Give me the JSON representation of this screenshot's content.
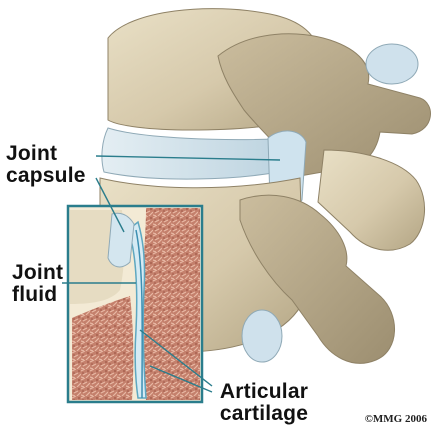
{
  "labels": {
    "joint_capsule": [
      "Joint",
      "capsule"
    ],
    "joint_fluid": [
      "Joint",
      "fluid"
    ],
    "articular_cartilage": [
      "Articular",
      "cartilage"
    ]
  },
  "copyright": "©MMG 2006",
  "colors": {
    "bone": "#d8ccb0",
    "bone_shadow": "#a6987a",
    "capsule": "#cfe3ee",
    "cancellous_bone": "#c98572",
    "inset_border": "#2a7d8c",
    "leader_line": "#2a7d8c"
  }
}
